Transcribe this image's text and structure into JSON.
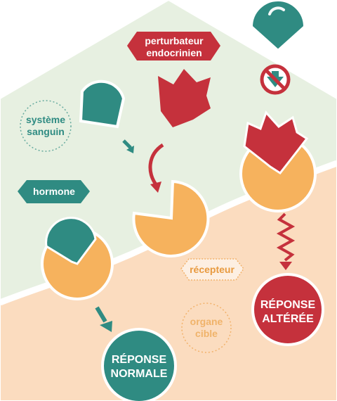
{
  "labels": {
    "perturbateur_line1": "perturbateur",
    "perturbateur_line2": "endocrinien",
    "systeme_line1": "système",
    "systeme_line2": "sanguin",
    "hormone": "hormone",
    "recepteur": "récepteur",
    "organe_line1": "organe",
    "organe_line2": "cible",
    "reponse_normale_line1": "RÉPONSE",
    "reponse_normale_line2": "NORMALE",
    "reponse_alteree_line1": "RÉPONSE",
    "reponse_alteree_line2": "ALTÉRÉE"
  },
  "icons": {
    "blocked": "no-entry-arrow-icon"
  },
  "colors": {
    "teal": "#2f8b82",
    "red": "#c5313c",
    "orange": "#f6b25d",
    "green_bg": "#e7f0e1",
    "peach_bg": "#fbdcbf",
    "orange_text": "#e89a3f",
    "green_text": "#2f8b82"
  }
}
